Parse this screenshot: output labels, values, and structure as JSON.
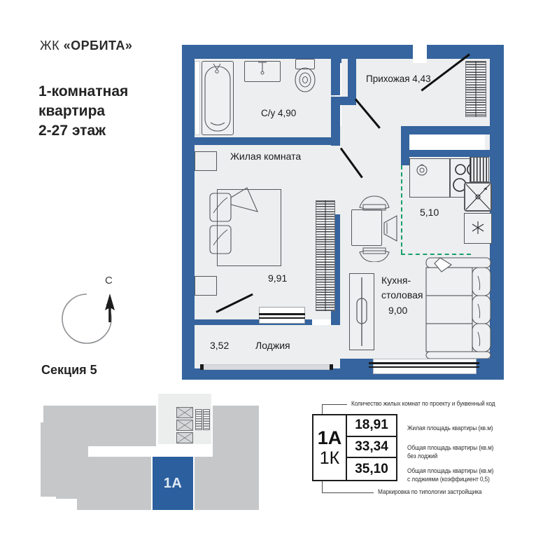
{
  "brand": {
    "prefix": "ЖК",
    "name": "«ОРБИТА»"
  },
  "title": {
    "line1": "1-комнатная",
    "line2": "квартира",
    "line3": "2-27 этаж"
  },
  "compass": {
    "north_letter": "С",
    "icon": "compass-north-arrow"
  },
  "section": {
    "label": "Секция 5"
  },
  "minimap": {
    "unit_code": "1А",
    "core_icons": [
      "elevator-icon",
      "elevator-icon",
      "elevator-icon",
      "stairs-icon",
      "stairs-icon"
    ]
  },
  "plan": {
    "rooms": [
      {
        "key": "bathroom",
        "name": "С/у",
        "area": "4,90"
      },
      {
        "key": "hall",
        "name": "Прихожая",
        "area": "4,43"
      },
      {
        "key": "living",
        "name": "Жилая комната",
        "area": "9,91"
      },
      {
        "key": "kitchen",
        "name": "Кухня-\nстоловая",
        "area": "9,00"
      },
      {
        "key": "dining",
        "name": "",
        "area": "5,10"
      },
      {
        "key": "loggia",
        "name": "Лоджия",
        "area": "3,52"
      }
    ],
    "labels": {
      "bathroom": "С/у  4,90",
      "hall": "Прихожая  4,43",
      "living_name": "Жилая комната",
      "living_area": "9,91",
      "kitchen_l1": "Кухня-",
      "kitchen_l2": "столовая",
      "kitchen_area": "9,00",
      "dining_area": "5,10",
      "loggia_area": "3,52",
      "loggia_name": "Лоджия"
    },
    "wall_color": "#35649e",
    "room_fill": "#eceeef",
    "zone_divider_color": "#18a06a"
  },
  "legend": {
    "code_a": "1А",
    "code_k": "1К",
    "values": [
      "18,91",
      "33,34",
      "35,10"
    ],
    "descriptions": [
      "Жилая площадь квартиры (кв.м)",
      "Общая площадь квартиры (кв.м)\nбез лоджий",
      "Общая площадь квартиры (кв.м)\nс лоджиями (коэффициент 0,5)"
    ],
    "desc_1_l1": "Жилая площадь квартиры (кв.м)",
    "desc_2_l1": "Общая площадь квартиры (кв.м)",
    "desc_2_l2": "без лоджий",
    "desc_3_l1": "Общая площадь квартиры (кв.м)",
    "desc_3_l2": "с лоджиями (коэффициент 0,5)",
    "callout_top": "Количество жилых комнат по проекту и буквенный код",
    "callout_bottom": "Маркировка по типологии застройщика"
  }
}
